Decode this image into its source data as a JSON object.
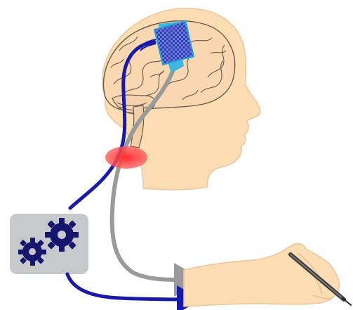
{
  "colors": {
    "background": "#ffffff",
    "skin": "#fbdcb3",
    "skin_outline": "#e9c79e",
    "brain_line": "#6b5a4a",
    "implant_fill": "#2f3fb8",
    "implant_edge": "#26a6d6",
    "motor_nerve": "#1a1aa8",
    "natural_nerve": "#9a9a9a",
    "lesion": "#f23a3a",
    "processor_box": "#c7c8cc",
    "gear": "#16166e",
    "pen": "#4a4a4a"
  },
  "icons": [
    "head-icon",
    "brain-icon",
    "implant-array-icon",
    "spinal-lesion-icon",
    "processor-icon",
    "gear-icon",
    "hand-icon",
    "pen-icon"
  ],
  "components": [
    "head",
    "brain",
    "implant",
    "lesion",
    "processor",
    "hand"
  ]
}
